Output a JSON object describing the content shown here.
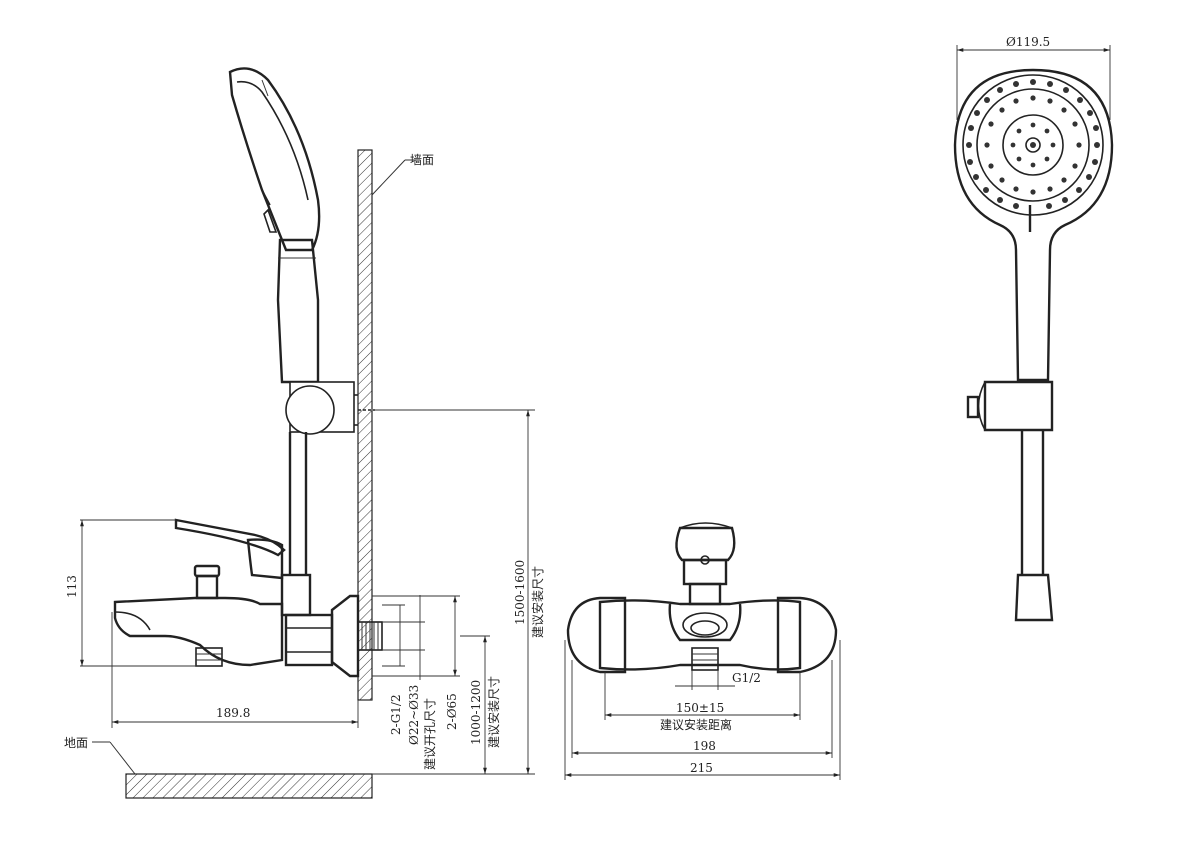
{
  "labels": {
    "wall": "墙面",
    "floor": "地面",
    "showerhead_dia": "Ø119.5",
    "spout_height": "113",
    "projection": "189.8",
    "inlet_thread": "2-G1/2",
    "bore_range": "Ø22~Ø33",
    "bore_note": "建议开孔尺寸",
    "cover_dia": "2-Ø65",
    "mixer_height_range": "1000-1200",
    "mixer_height_note": "建议安装尺寸",
    "bracket_height_range": "1500-1600",
    "bracket_height_note": "建议安装尺寸",
    "front_thread": "G1/2",
    "center_distance": "150±15",
    "center_distance_note": "建议安装距离",
    "body_width": "198",
    "overall_width": "215"
  }
}
